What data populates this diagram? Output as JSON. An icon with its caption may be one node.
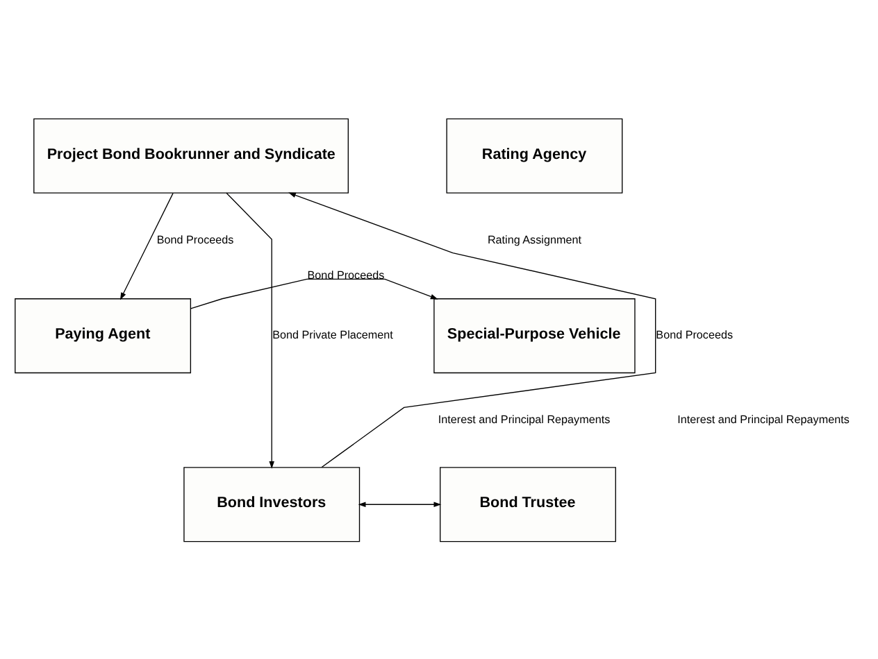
{
  "diagram": {
    "nodes": [
      {
        "text": [
          "Project Bond Bookrunner and Syndicate"
        ]
      },
      {
        "text": [
          "Rating Agency"
        ]
      },
      {
        "text": [
          "Paying Agent"
        ]
      },
      {
        "text": [
          "Special-Purpose Vehicle"
        ]
      },
      {
        "text": [
          "Bond Investors"
        ]
      },
      {
        "text": [
          "Bond Trustee"
        ]
      }
    ],
    "edges": [
      {
        "from": 0,
        "to": 2,
        "arrow": "to",
        "label": "Bond Proceeds"
      },
      {
        "from": 2,
        "to": 3,
        "arrow": "to",
        "label": "Bond Proceeds"
      },
      {
        "from": 0,
        "to": 4,
        "arrow": "to",
        "label": "Bond Private Placement"
      },
      {
        "from": 4,
        "to": 0,
        "arrow": "to",
        "label": "Bond Proceeds"
      },
      {
        "from": 4,
        "to": 5,
        "arrow": "both"
      }
    ],
    "labels": [
      "Rating Assignment",
      "Interest and Principal Repayments",
      "Interest and Principal Repayments"
    ]
  }
}
